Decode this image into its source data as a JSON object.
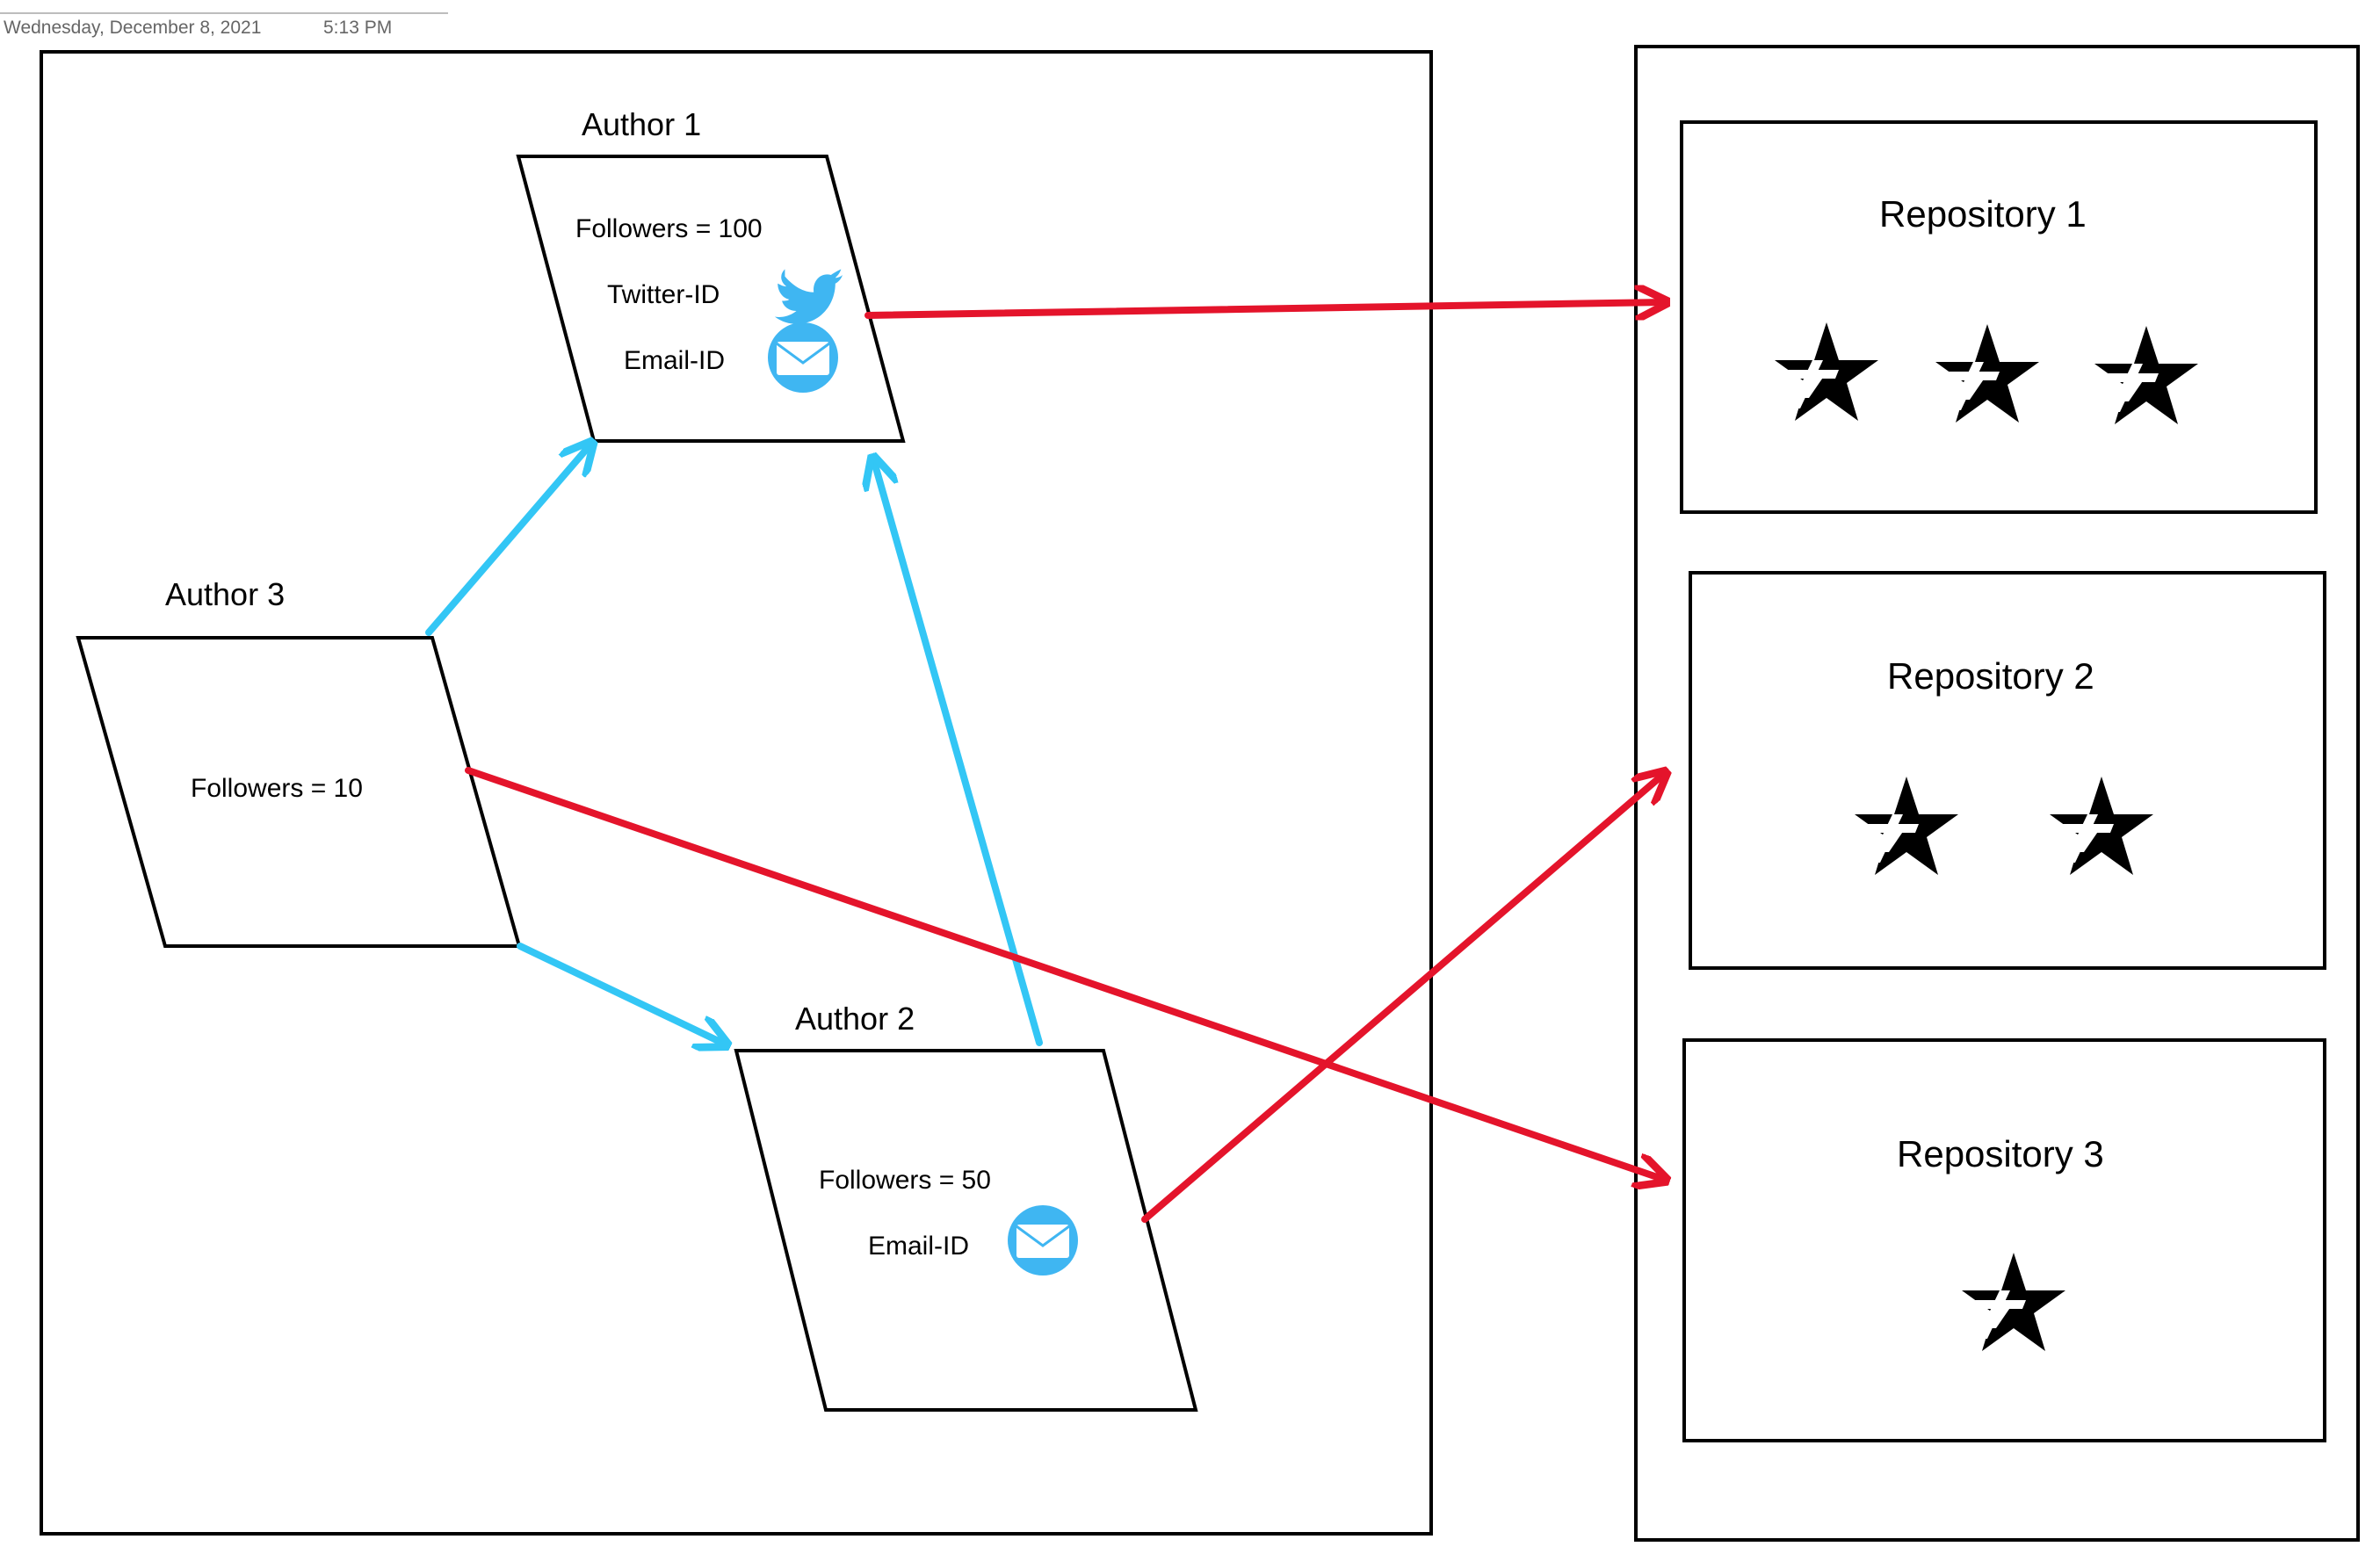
{
  "header": {
    "date": "Wednesday, December 8, 2021",
    "time": "5:13 PM"
  },
  "colors": {
    "follow_arrow": "#33c6f5",
    "repo_arrow": "#e4142b",
    "icon_blue": "#3fb6f2",
    "outline": "#000000"
  },
  "authors": [
    {
      "title": "Author 1",
      "followers": "Followers = 100",
      "twitter": "Twitter-ID",
      "email": "Email-ID",
      "icons": [
        "twitter-bird-icon",
        "email-envelope-icon"
      ]
    },
    {
      "title": "Author 2",
      "followers": "Followers = 50",
      "email": "Email-ID",
      "icons": [
        "email-envelope-icon"
      ]
    },
    {
      "title": "Author 3",
      "followers": "Followers = 10"
    }
  ],
  "repositories": [
    {
      "title": "Repository 1",
      "stars": 3
    },
    {
      "title": "Repository 2",
      "stars": 2
    },
    {
      "title": "Repository 3",
      "stars": 1
    }
  ],
  "edges": [
    {
      "from": "Author 3",
      "to": "Author 1",
      "kind": "follows"
    },
    {
      "from": "Author 3",
      "to": "Author 2",
      "kind": "follows"
    },
    {
      "from": "Author 2",
      "to": "Author 1",
      "kind": "follows"
    },
    {
      "from": "Author 1",
      "to": "Repository 1",
      "kind": "stars"
    },
    {
      "from": "Author 2",
      "to": "Repository 2",
      "kind": "stars"
    },
    {
      "from": "Author 3",
      "to": "Repository 3",
      "kind": "stars"
    }
  ]
}
